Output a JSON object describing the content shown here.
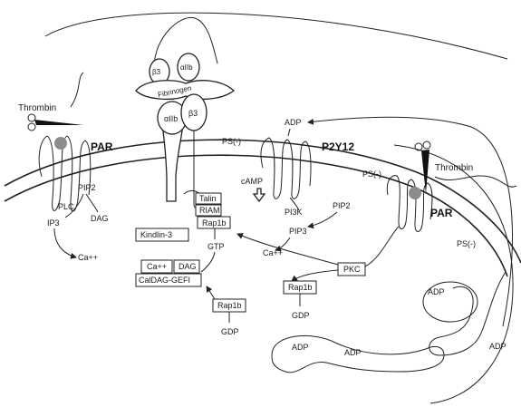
{
  "receptors": {
    "par_left": "PAR",
    "par_right": "PAR",
    "p2y12": "P2Y12"
  },
  "agonists": {
    "thrombin_left": "Thrombin",
    "thrombin_right": "Thrombin"
  },
  "integrin": {
    "beta3_top": "β3",
    "alpha_iib_top": "αIIb",
    "fibrinogen": "Fibrinogen",
    "alpha_iib": "αIIb",
    "beta3": "β3"
  },
  "membrane": {
    "ps_1": "PS(-)",
    "ps_2": "PS(-)",
    "ps_3": "PS(-)"
  },
  "left_pathway": {
    "pip2": "PIP2",
    "plc": "PLC",
    "ip3": "IP3",
    "dag": "DAG",
    "ca": "Ca++"
  },
  "center_pathway": {
    "talin": "Talin",
    "riam": "RIAM",
    "rap1b_gtp_box": "Rap1b",
    "kindlin": "Kindlin-3",
    "gtp": "GTP",
    "ca_box": "Ca++",
    "dag_box": "DAG",
    "caldag": "CalDAG-GEFI",
    "rap1b_gdp_box": "Rap1b",
    "gdp": "GDP"
  },
  "right_pathway": {
    "camp": "cAMP",
    "pi3k": "PI3K",
    "pip2": "PIP2",
    "pip3": "PIP3",
    "ca": "Ca++",
    "pkc": "PKC",
    "rap1b_box": "Rap1b",
    "gdp": "GDP"
  },
  "adp": {
    "top": "ADP",
    "granule_right": "ADP",
    "granule_left": "ADP",
    "channel": "ADP",
    "outer": "ADP"
  }
}
